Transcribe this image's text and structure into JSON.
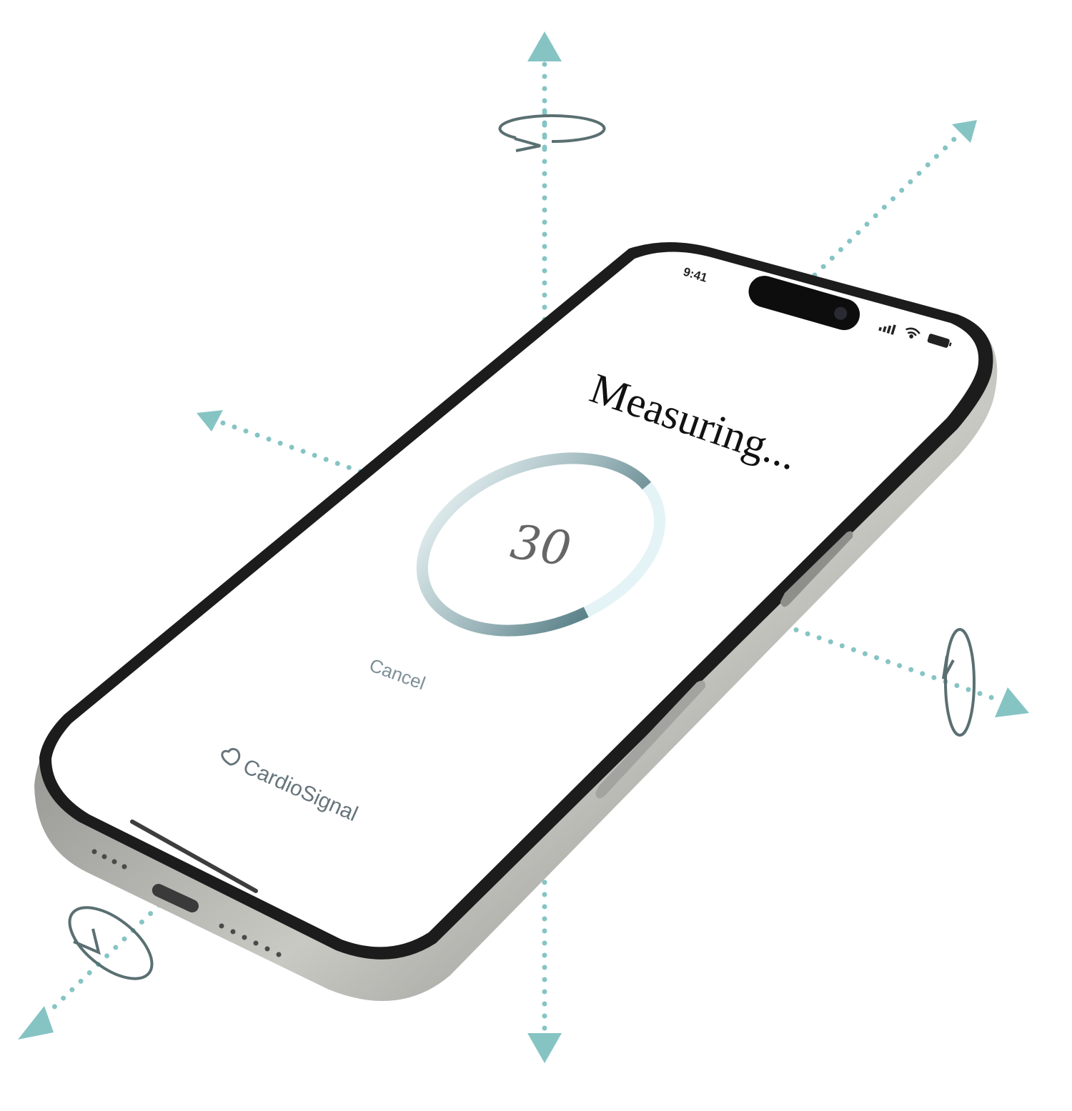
{
  "status_bar": {
    "time": "9:41"
  },
  "screen": {
    "title": "Measuring...",
    "countdown": "30",
    "progress_fraction": 0.75,
    "cancel_label": "Cancel"
  },
  "brand": {
    "name": "CardioSignal"
  },
  "colors": {
    "accent_teal": "#86c4c4",
    "ring_dark": "#2f5f68",
    "ring_light": "#e4f3f6",
    "frame_metal": "#8c8d88",
    "bezel": "#1c1c1c"
  },
  "icons": {
    "brand_logo": "heart-outline-icon",
    "signal": "cellular-signal-icon",
    "wifi": "wifi-icon",
    "battery": "battery-icon"
  }
}
